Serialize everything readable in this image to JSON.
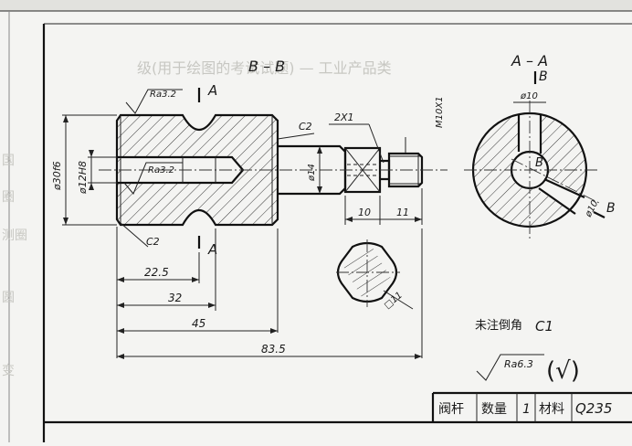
{
  "view_labels": {
    "section_bb": "B – B",
    "section_aa": "A – A"
  },
  "cut_markers": {
    "a_top": "A",
    "a_bottom": "A",
    "b_top": "B",
    "b_right": "B",
    "b_center": "B"
  },
  "roughness": {
    "ra32_top": "Ra3.2",
    "ra32_bore": "Ra3.2",
    "ra63": "Ra6.3"
  },
  "chamfers": {
    "c2_top": "C2",
    "c2_bottom": "C2",
    "chamfer_2x1": "2X1"
  },
  "diameters": {
    "d30": "ø30f6",
    "d12": "ø12H8",
    "d14": "ø14",
    "thread": "M10X1",
    "d10_aa": "ø10",
    "d10_angled": "ø10",
    "square": "□11"
  },
  "lengths": {
    "l10": "10",
    "l11": "11",
    "l22_5": "22.5",
    "l32": "32",
    "l45": "45",
    "l83_5": "83.5"
  },
  "notes": {
    "unspecified_chamfer": "未注倒角",
    "unspecified_chamfer_value": "C1",
    "general_symbol": "(√)"
  },
  "title_block": {
    "part_name": "阀杆",
    "qty_label": "数量",
    "qty": "1",
    "material_label": "材料",
    "material": "Q235"
  },
  "background_text": {
    "top": "级(用于绘图的考试试题) — 工业产品类",
    "left": [
      "国",
      "圈",
      "测圈",
      "圆",
      "变"
    ]
  }
}
